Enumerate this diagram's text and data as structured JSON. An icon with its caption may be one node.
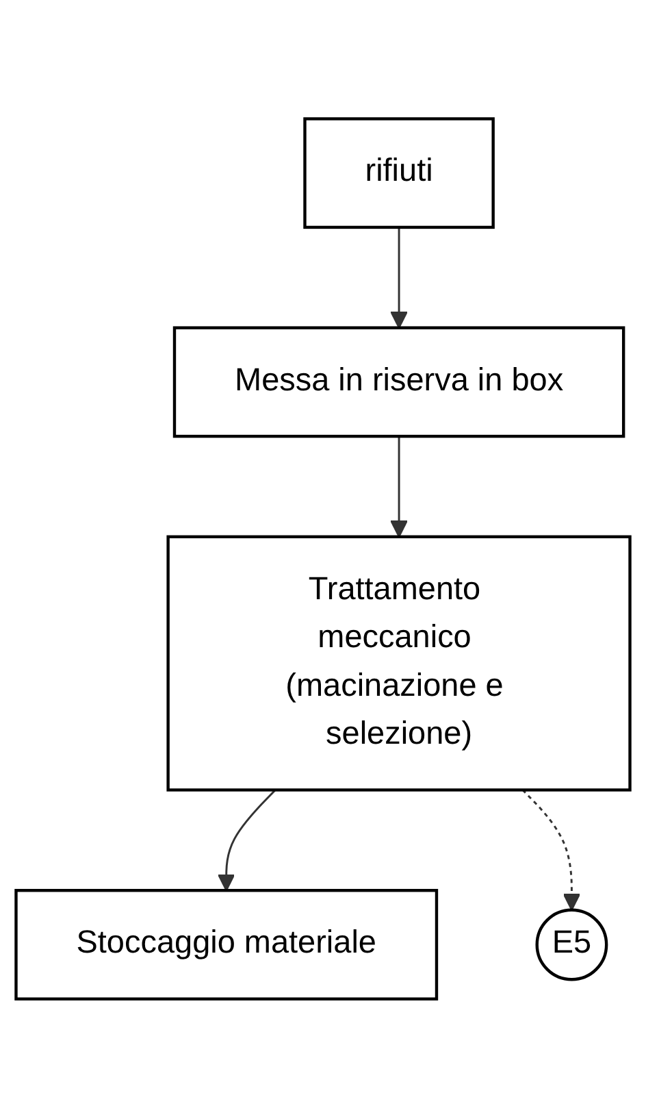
{
  "diagram": {
    "nodes": [
      {
        "text": [
          "rifiuti"
        ]
      },
      {
        "text": [
          "Messa in riserva in box"
        ]
      },
      {
        "text": [
          "Trattamento meccanico (macinazione e selezione)"
        ]
      },
      {
        "text": [
          "Stoccaggio materiale"
        ]
      },
      {
        "text": [
          "E5"
        ]
      }
    ],
    "edges": [
      {
        "from": 0,
        "to": 1,
        "arrow": "to"
      },
      {
        "from": 1,
        "to": 2,
        "arrow": "to"
      },
      {
        "from": 2,
        "to": 3,
        "arrow": "to"
      },
      {
        "from": 2,
        "to": 4,
        "arrow": "to",
        "style": "dashed"
      }
    ]
  }
}
